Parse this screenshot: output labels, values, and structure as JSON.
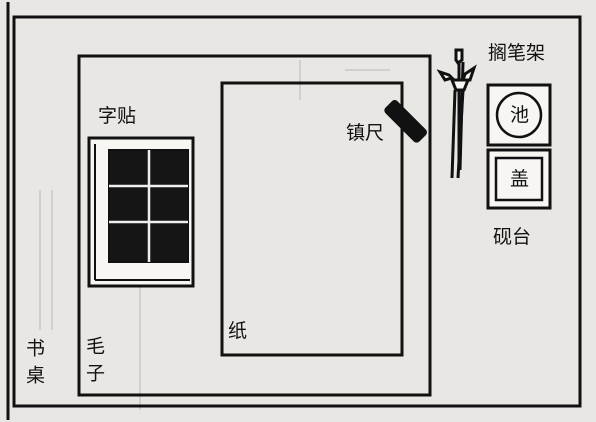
{
  "labels": {
    "desk": "书桌",
    "copybook": "字贴",
    "brush": "毛子",
    "paper": "纸",
    "paperweight": "镇尺",
    "brush_rest": "搁笔架",
    "inkstone_pool": "池",
    "inkstone_lid": "盖",
    "inkstone": "砚台"
  }
}
